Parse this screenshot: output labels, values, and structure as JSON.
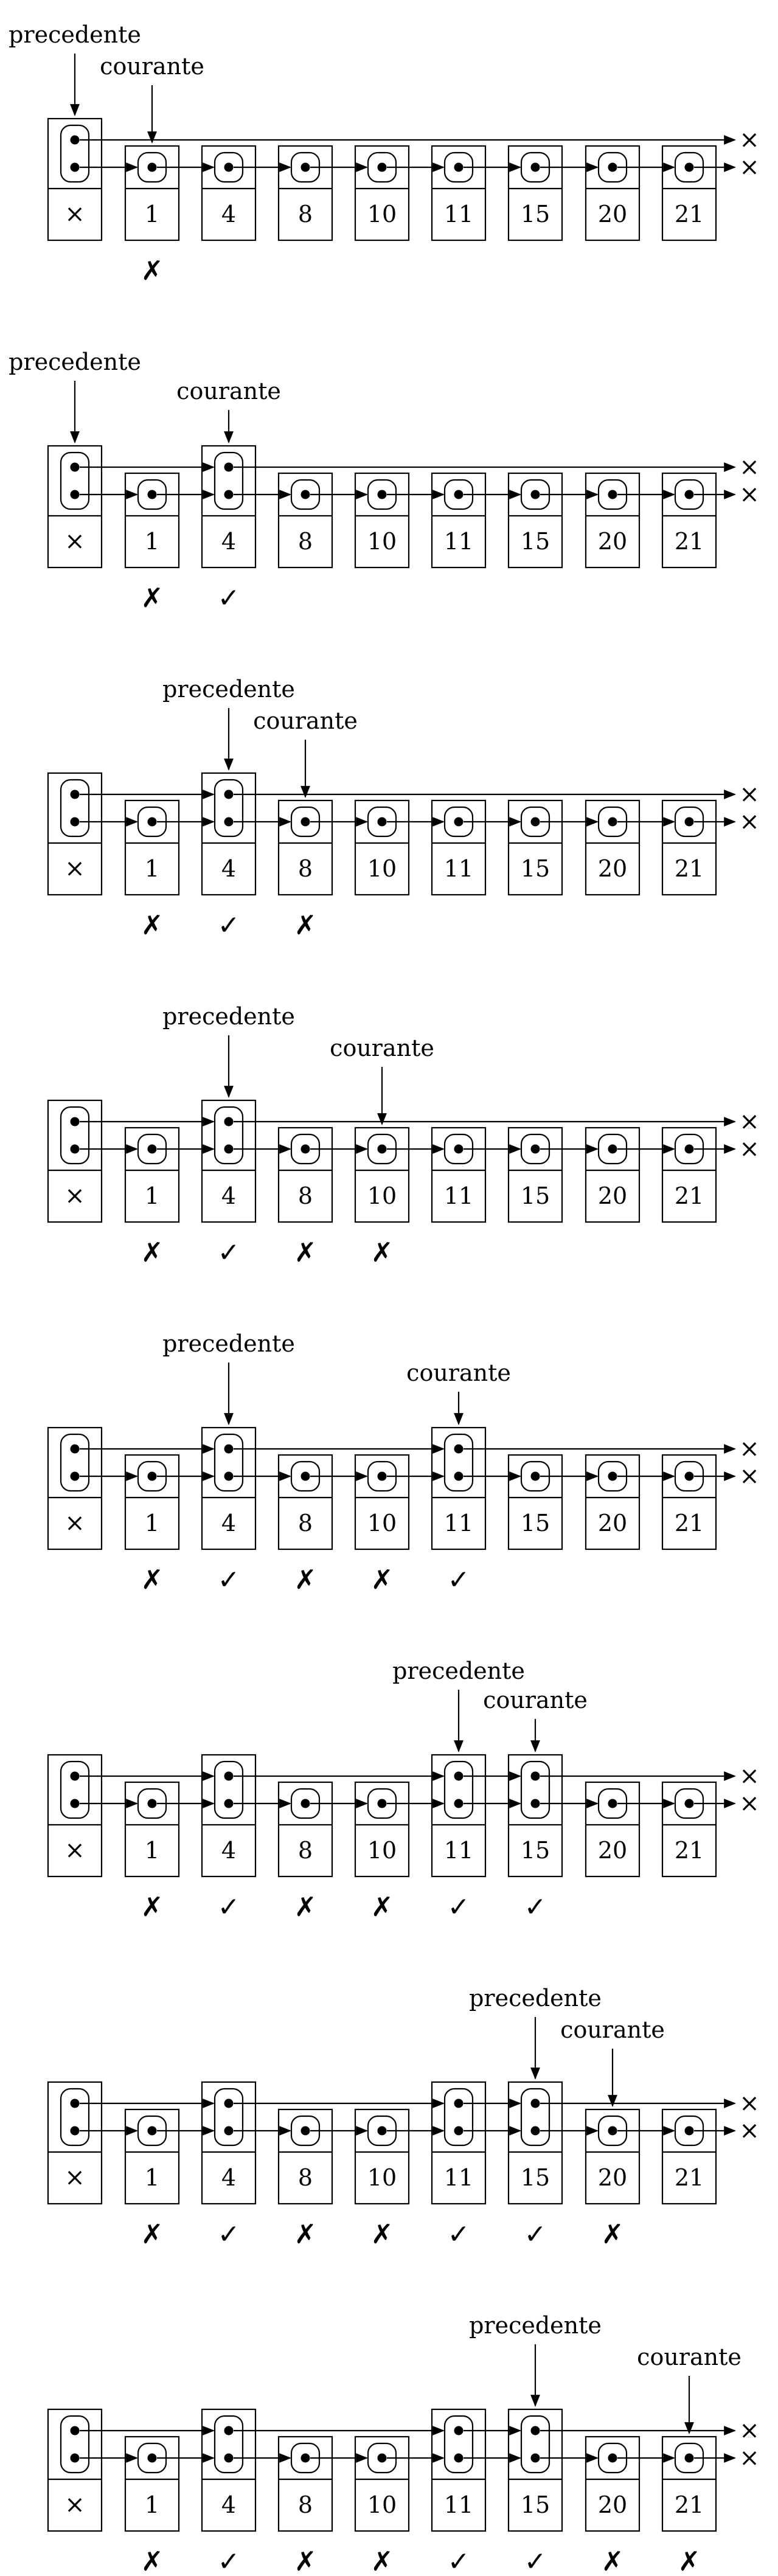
{
  "pointers": {
    "precedente": "precedente",
    "courante": "courante"
  },
  "nil_symbol": "×",
  "check_symbol": "✓",
  "cross_symbol": "✗",
  "head_value": "×",
  "values": [
    "1",
    "4",
    "8",
    "10",
    "11",
    "15",
    "20",
    "21"
  ],
  "steps": [
    {
      "levels": [
        1,
        1,
        1,
        1,
        1,
        1,
        1,
        1
      ],
      "precedente": 0,
      "courante": 1,
      "marks": [
        "✗"
      ]
    },
    {
      "levels": [
        1,
        2,
        1,
        1,
        1,
        1,
        1,
        1
      ],
      "precedente": 0,
      "courante": 2,
      "marks": [
        "✗",
        "✓"
      ]
    },
    {
      "levels": [
        1,
        2,
        1,
        1,
        1,
        1,
        1,
        1
      ],
      "precedente": 2,
      "courante": 3,
      "marks": [
        "✗",
        "✓",
        "✗"
      ]
    },
    {
      "levels": [
        1,
        2,
        1,
        1,
        1,
        1,
        1,
        1
      ],
      "precedente": 2,
      "courante": 4,
      "marks": [
        "✗",
        "✓",
        "✗",
        "✗"
      ]
    },
    {
      "levels": [
        1,
        2,
        1,
        1,
        2,
        1,
        1,
        1
      ],
      "precedente": 2,
      "courante": 5,
      "marks": [
        "✗",
        "✓",
        "✗",
        "✗",
        "✓"
      ]
    },
    {
      "levels": [
        1,
        2,
        1,
        1,
        2,
        2,
        1,
        1
      ],
      "precedente": 5,
      "courante": 6,
      "marks": [
        "✗",
        "✓",
        "✗",
        "✗",
        "✓",
        "✓"
      ]
    },
    {
      "levels": [
        1,
        2,
        1,
        1,
        2,
        2,
        1,
        1
      ],
      "precedente": 6,
      "courante": 7,
      "marks": [
        "✗",
        "✓",
        "✗",
        "✗",
        "✓",
        "✓",
        "✗"
      ]
    },
    {
      "levels": [
        1,
        2,
        1,
        1,
        2,
        2,
        1,
        1
      ],
      "precedente": 6,
      "courante": 8,
      "marks": [
        "✗",
        "✓",
        "✗",
        "✗",
        "✓",
        "✓",
        "✗",
        "✗"
      ]
    }
  ]
}
